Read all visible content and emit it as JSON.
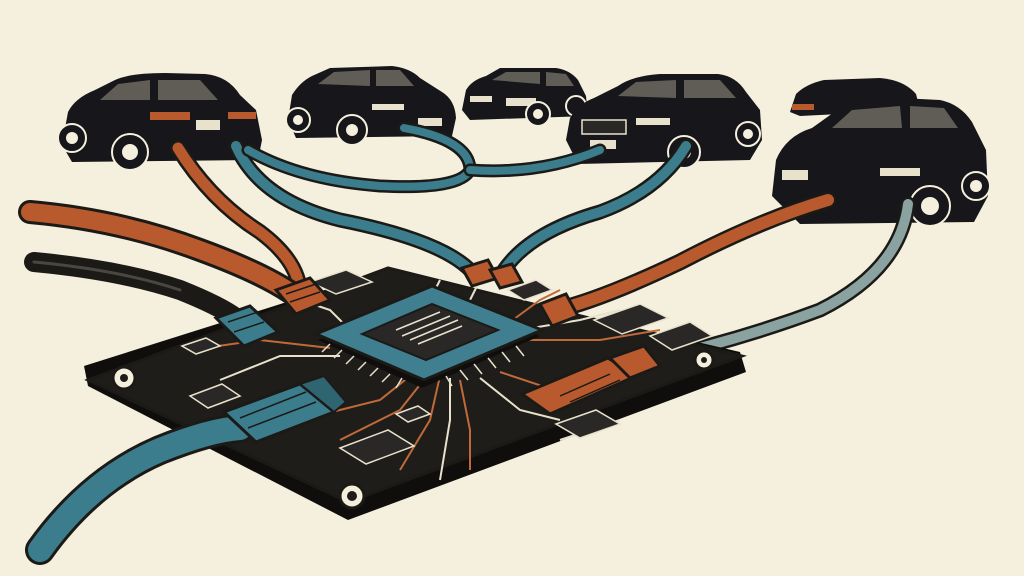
{
  "scene": {
    "colors": {
      "background": "#f5f0dd",
      "ink": "#1c1a17",
      "board": "#1f1d1a",
      "trace": "#c06a3a",
      "chip": "#3f7f8f",
      "teal_cable": "#3b7d8c",
      "orange_cable": "#b95a2e",
      "gray_cable": "#8aa3a0",
      "car": "#17161a"
    },
    "cars": [
      {
        "name": "car-1",
        "facing": "rear"
      },
      {
        "name": "car-2",
        "facing": "front"
      },
      {
        "name": "car-3",
        "facing": "front"
      },
      {
        "name": "car-4",
        "facing": "front"
      },
      {
        "name": "car-5",
        "facing": "front"
      }
    ],
    "cables": [
      {
        "name": "orange-cable-left",
        "color": "orange_cable"
      },
      {
        "name": "black-cable-left",
        "color": "ink"
      },
      {
        "name": "teal-cable-bottom",
        "color": "teal_cable"
      },
      {
        "name": "orange-cable-car-1",
        "color": "orange_cable"
      },
      {
        "name": "teal-cable-car-1",
        "color": "teal_cable"
      },
      {
        "name": "teal-cable-car-2",
        "color": "teal_cable"
      },
      {
        "name": "teal-cable-car-4",
        "color": "teal_cable"
      },
      {
        "name": "orange-cable-car-5",
        "color": "orange_cable"
      },
      {
        "name": "gray-cable-car-5",
        "color": "gray_cable"
      }
    ]
  }
}
